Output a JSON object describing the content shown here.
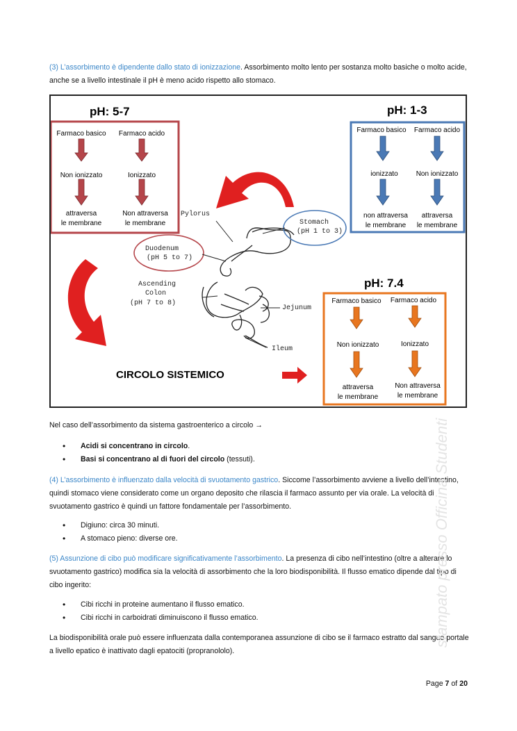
{
  "para3": {
    "heading": "(3) L’assorbimento è dipendente dallo stato di ionizzazione",
    "text": ". Assorbimento molto lento per sostanza molto basiche o molto acide, anche se a livello intestinale il pH è meno acido rispetto allo stomaco."
  },
  "figure": {
    "panel_left": {
      "title": "pH: 5-7",
      "col1": [
        "Farmaco basico",
        "Non ionizzato",
        "attraversa",
        "le membrane"
      ],
      "col2": [
        "Farmaco acido",
        "Ionizzato",
        "Non attraversa",
        "le membrane"
      ]
    },
    "panel_right": {
      "title": "pH: 1-3",
      "col1": [
        "Farmaco basico",
        "ionizzato",
        "non attraversa",
        "le membrane"
      ],
      "col2": [
        "Farmaco acido",
        "Non ionizzato",
        "attraversa",
        "le membrane"
      ]
    },
    "panel_bottom": {
      "title": "pH: 7.4",
      "col1": [
        "Farmaco basico",
        "Non ionizzato",
        "attraversa",
        "le membrane"
      ],
      "col2": [
        "Farmaco acido",
        "Ionizzato",
        "Non attraversa",
        "le membrane"
      ]
    },
    "anatomy": {
      "pylorus": "Pylorus",
      "stomach": [
        "Stomach",
        "(pH 1 to 3)"
      ],
      "duodenum": [
        "Duodenum",
        "(pH 5 to 7)"
      ],
      "colon": [
        "Ascending",
        "Colon",
        "(pH 7 to 8)"
      ],
      "jejunum": "Jejunum",
      "ileum": "Ileum"
    },
    "systemic": "CIRCOLO SISTEMICO",
    "colors": {
      "red": "#b5454a",
      "blue": "#4a79b5",
      "orange": "#e8761f",
      "big_arrow": "#e02020"
    }
  },
  "intro_line": "Nel caso dell’assorbimento da sistema gastroenterico a circolo",
  "bullets1": [
    {
      "bold": "Acidi si concentrano in circolo",
      "rest": "."
    },
    {
      "bold": "Basi si concentrano al di fuori del circolo",
      "rest": " (tessuti)."
    }
  ],
  "para4": {
    "heading": "(4) L’assorbimento è influenzato dalla velocità di svuotamento gastrico",
    "text": ". Siccome l’assorbimento avviene a livello dell’intestino, quindi stomaco viene considerato come un organo deposito che rilascia il farmaco assunto per via orale. La velocità di svuotamento gastrico è quindi un fattore fondamentale per l’assorbimento."
  },
  "bullets2": [
    "Digiuno: circa 30 minuti.",
    "A stomaco pieno: diverse ore."
  ],
  "para5": {
    "heading": "(5) Assunzione di cibo può modificare significativamente l’assorbimento",
    "text": ". La presenza di cibo nell’intestino (oltre a alterare lo svuotamento gastrico) modifica sia la velocità di assorbimento che la loro biodisponibilità. Il flusso ematico dipende dal tipo di cibo ingerito:"
  },
  "bullets3": [
    "Cibi ricchi in proteine aumentano il flusso ematico.",
    "Cibi ricchi in carboidrati diminuiscono il flusso ematico."
  ],
  "closing": "La biodisponibilità orale può essere influenzata dalla contemporanea assunzione di cibo se il farmaco estratto dal sangue portale a livello epatico è inattivato dagli epatociti (propranololo).",
  "watermark": "stampato presso Officina Studenti",
  "footer": {
    "page_word": "Page",
    "page": "7",
    "of_word": "of",
    "total": "20"
  }
}
